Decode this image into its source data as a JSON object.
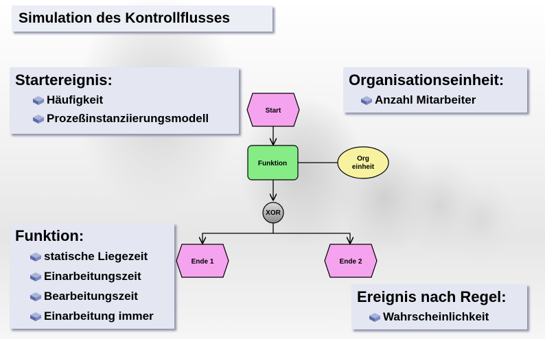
{
  "title": "Simulation des Kontrollflusses",
  "panels": {
    "starter": {
      "heading": "Startereignis:",
      "items": [
        "Häufigkeit",
        "Prozeßinstanziierungsmodell"
      ]
    },
    "organisation": {
      "heading": "Organisationseinheit:",
      "items": [
        "Anzahl Mitarbeiter"
      ]
    },
    "funktion": {
      "heading": "Funktion:",
      "items": [
        "statische Liegezeit",
        "Einarbeitungszeit",
        "Bearbeitungszeit",
        "Einarbeitung immer"
      ]
    },
    "ereignis": {
      "heading": "Ereignis nach Regel:",
      "items": [
        "Wahrscheinlichkeit"
      ]
    }
  },
  "diagram": {
    "start_event": "Start",
    "function": "Funktion",
    "org_unit_line1": "Org",
    "org_unit_line2": "einheit",
    "connector": "XOR",
    "end_event_1": "Ende 1",
    "end_event_2": "Ende 2"
  },
  "colors": {
    "event": "#f5a3ee",
    "function": "#86ec86",
    "org_unit": "#f7f2a0",
    "connector": "#b8b8b8",
    "panel": "#e4e6f2",
    "panel_shadow": "#8f92a8"
  }
}
